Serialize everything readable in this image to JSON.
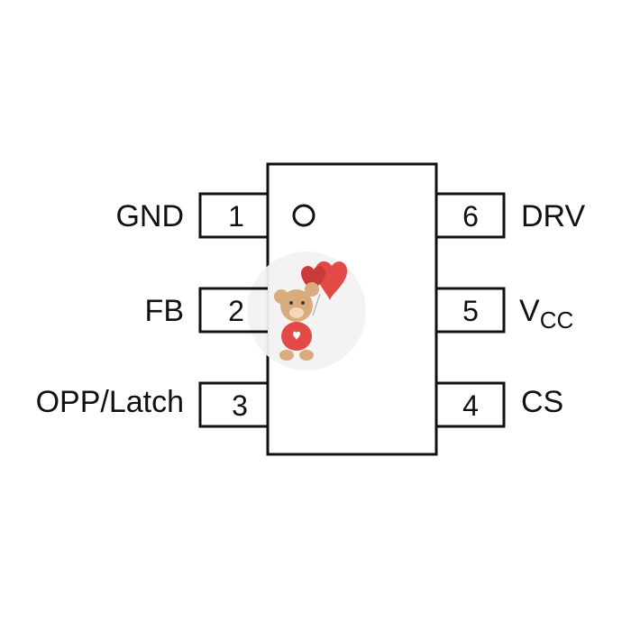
{
  "colors": {
    "stroke": "#111111",
    "background": "#ffffff",
    "heart": "#e0413e",
    "bear": "#d9a877"
  },
  "package": {
    "pin1_marker": "circle",
    "watermark_icon": "teddy-bear-heart-balloon-icon"
  },
  "pins": {
    "p1": {
      "number": "1",
      "label": "GND"
    },
    "p2": {
      "number": "2",
      "label": "FB"
    },
    "p3": {
      "number": "3",
      "label": "OPP/Latch"
    },
    "p4": {
      "number": "4",
      "label": "CS"
    },
    "p5": {
      "number": "5",
      "label_main": "V",
      "label_sub": "CC"
    },
    "p6": {
      "number": "6",
      "label": "DRV"
    }
  }
}
